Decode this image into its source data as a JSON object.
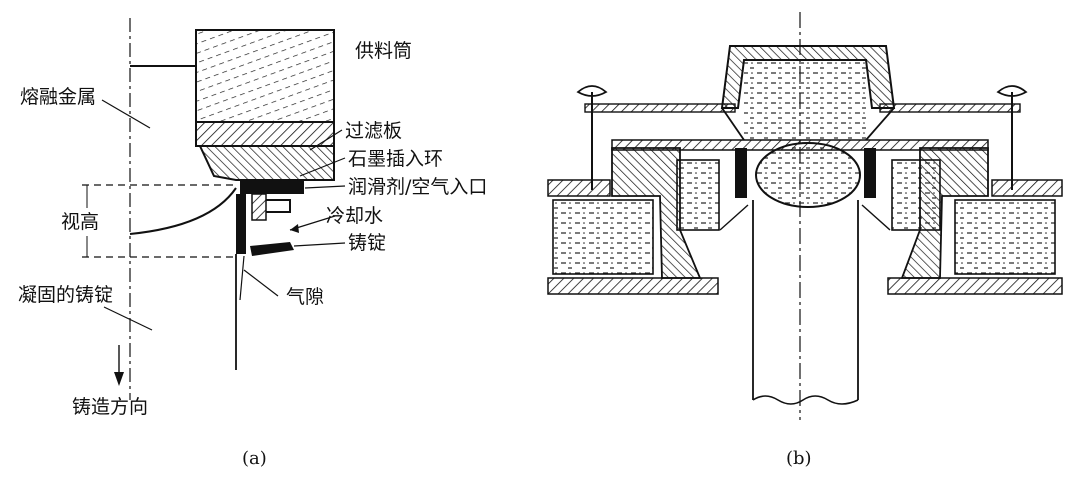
{
  "figure_a": {
    "caption": "(a)",
    "labels": {
      "feed_tube": "供料筒",
      "molten_metal": "熔融金属",
      "filter_plate": "过滤板",
      "graphite_ring": "石墨插入环",
      "lubricant_inlet": "润滑剂/空气入口",
      "sight_height": "视高",
      "cooling_water": "冷却水",
      "ingot": "铸锭",
      "solidified_ingot": "凝固的铸锭",
      "air_gap": "气隙",
      "casting_direction": "铸造方向"
    }
  },
  "figure_b": {
    "caption": "(b)"
  }
}
